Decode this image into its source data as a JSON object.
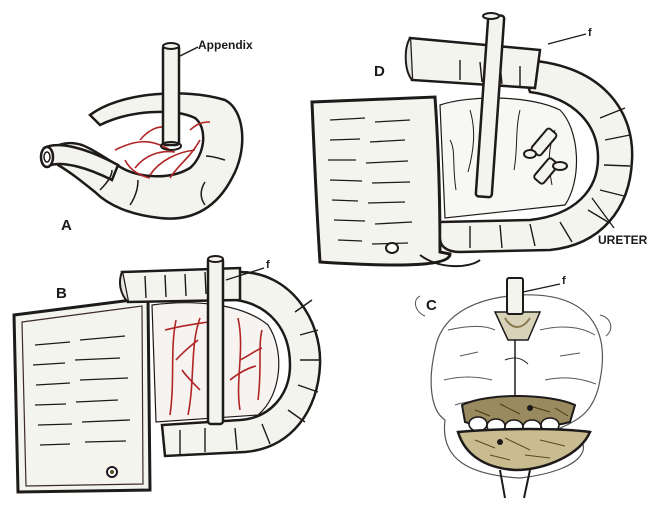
{
  "labels": {
    "appendix": "Appendix",
    "panel_a": "A",
    "panel_b": "B",
    "panel_c": "C",
    "panel_d": "D",
    "f_b": "f",
    "f_c": "f",
    "f_d": "f",
    "ureter": "URETER"
  },
  "colors": {
    "ink": "#1e1a1a",
    "tissue_fill": "#f4f4ef",
    "vessel": "#b02525",
    "bowel_shade": "#e6e6e2",
    "tan_tissue": "#8a7a50"
  }
}
